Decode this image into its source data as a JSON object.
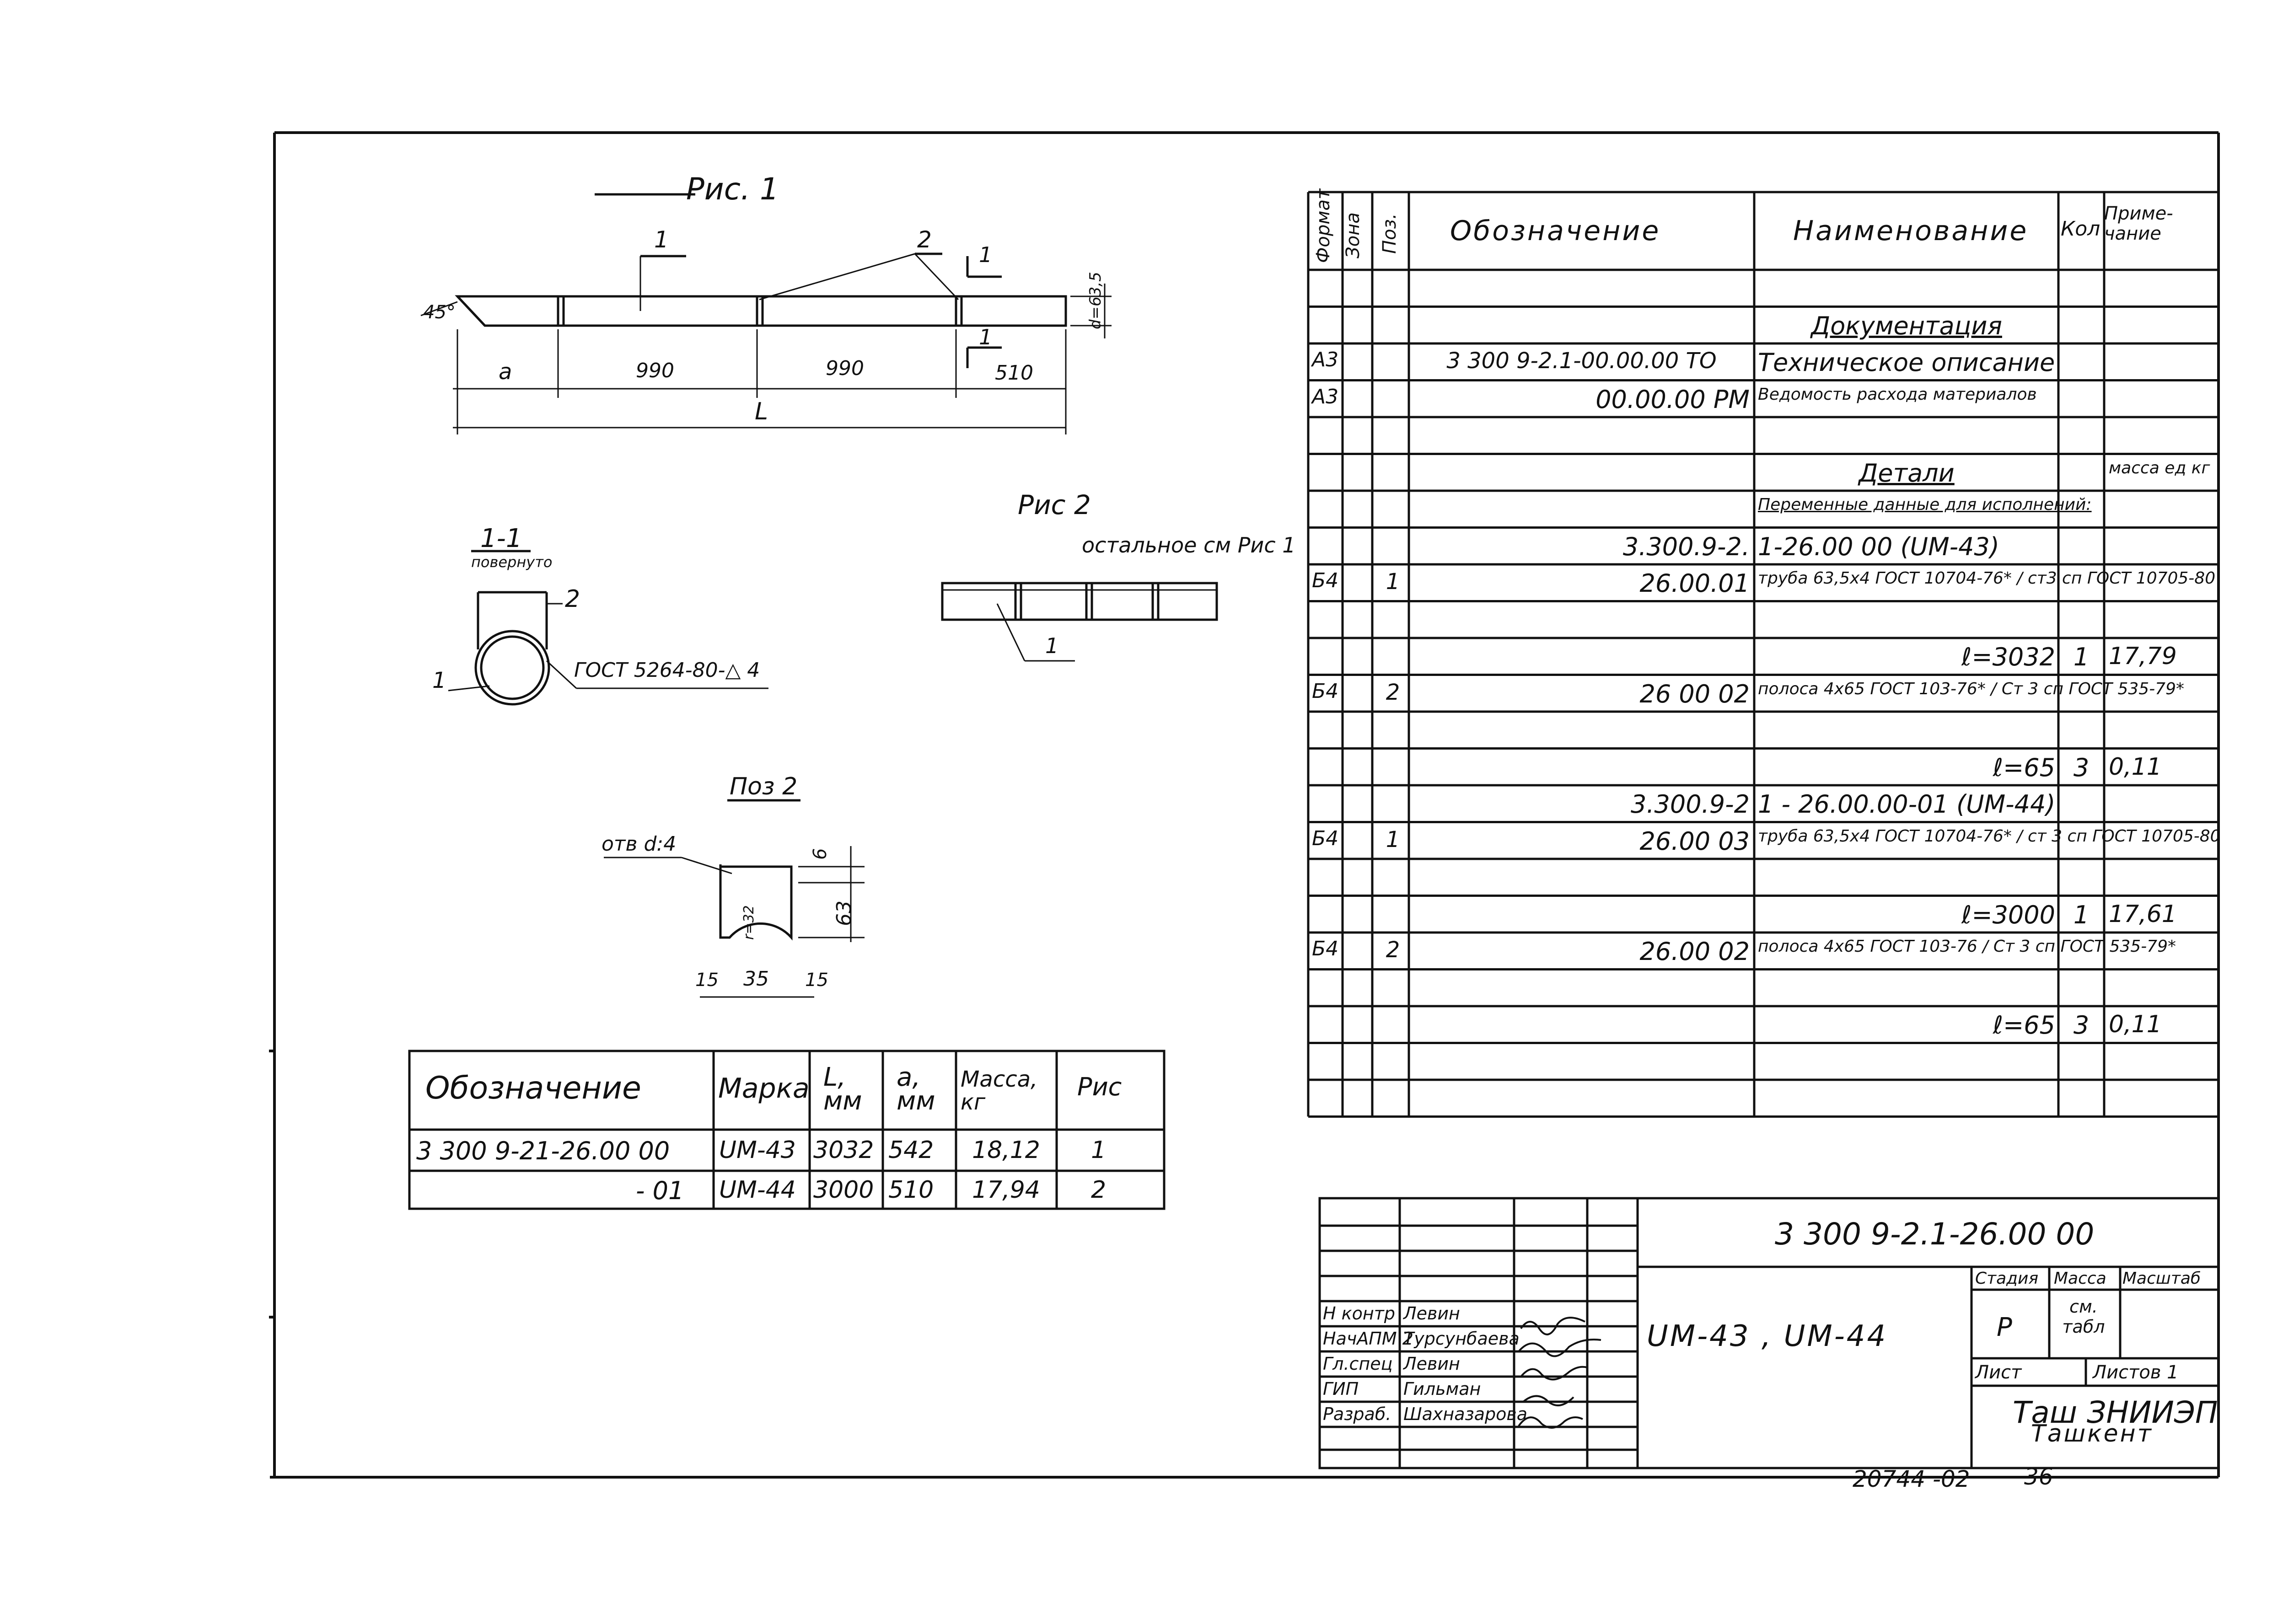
{
  "drawings": {
    "fig1_title": "Рис. 1",
    "fig1_callout1": "1",
    "fig1_callout2": "2",
    "fig1_section": "1",
    "fig1_angle": "45°",
    "fig1_diam": "d=63,5",
    "fig1_dim_a": "a",
    "fig1_dim_990a": "990",
    "fig1_dim_990b": "990",
    "fig1_dim_510": "510",
    "fig1_dim_L": "L",
    "sec_title": "1-1",
    "sec_sub": "повернуто",
    "sec_callout1": "1",
    "sec_callout2": "2",
    "sec_weld": "ГОСТ 5264-80-△ 4",
    "fig2_title": "Рис 2",
    "fig2_note": "остальное см Рис 1",
    "fig2_callout1": "1",
    "poz2_title": "Поз 2",
    "poz2_hole": "отв d:4",
    "poz2_r": "r=32",
    "poz2_6": "6",
    "poz2_63": "63",
    "poz2_15a": "15",
    "poz2_35": "35",
    "poz2_15b": "15"
  },
  "small_table": {
    "headers": [
      "Обозначение",
      "Марка",
      "L, мм",
      "a, мм",
      "Масса, кг",
      "Рис"
    ],
    "rows": [
      [
        "3 300 9-21-26.00 00",
        "UM-43",
        "3032",
        "542",
        "18,12",
        "1"
      ],
      [
        "- 01",
        "UM-44",
        "3000",
        "510",
        "17,94",
        "2"
      ]
    ]
  },
  "spec": {
    "headers": {
      "format": "Формат",
      "zone": "Зона",
      "pos": "Поз.",
      "designation": "Обозначение",
      "name": "Наименование",
      "qty": "Кол",
      "note": "Приме-чание"
    },
    "rows": [
      {
        "fmt": "",
        "pos": "",
        "des": "",
        "name": "",
        "qty": "",
        "note": ""
      },
      {
        "fmt": "",
        "pos": "",
        "des": "",
        "name": "Документация",
        "qty": "",
        "note": ""
      },
      {
        "fmt": "А3",
        "pos": "",
        "des": "3 300 9-2.1-00.00.00 ТО",
        "name": "Техническое описание",
        "qty": "",
        "note": ""
      },
      {
        "fmt": "А3",
        "pos": "",
        "des": "00.00.00 РМ",
        "name": "Ведомость расхода материалов",
        "qty": "",
        "note": ""
      },
      {
        "fmt": "",
        "pos": "",
        "des": "",
        "name": "",
        "qty": "",
        "note": ""
      },
      {
        "fmt": "",
        "pos": "",
        "des": "",
        "name": "Детали",
        "qty": "",
        "note": "масса ед кг"
      },
      {
        "fmt": "",
        "pos": "",
        "des": "",
        "name": "Переменные данные для исполнений:",
        "qty": "",
        "note": ""
      },
      {
        "fmt": "",
        "pos": "",
        "des": "3.300.9-2.",
        "name": "1-26.00 00 (UM-43)",
        "qty": "",
        "note": ""
      },
      {
        "fmt": "Б4",
        "pos": "1",
        "des": "26.00.01",
        "name": "труба 63,5x4 ГОСТ 10704-76* / ст3 сп ГОСТ 10705-80",
        "qty": "",
        "note": ""
      },
      {
        "fmt": "",
        "pos": "",
        "des": "",
        "name": "",
        "qty": "",
        "note": ""
      },
      {
        "fmt": "",
        "pos": "",
        "des": "",
        "name": "ℓ=3032",
        "qty": "1",
        "note": "17,79"
      },
      {
        "fmt": "Б4",
        "pos": "2",
        "des": "26 00 02",
        "name": "полоса 4x65 ГОСТ 103-76* / Ст 3 сп ГОСТ 535-79*",
        "qty": "",
        "note": ""
      },
      {
        "fmt": "",
        "pos": "",
        "des": "",
        "name": "",
        "qty": "",
        "note": ""
      },
      {
        "fmt": "",
        "pos": "",
        "des": "",
        "name": "ℓ=65",
        "qty": "3",
        "note": "0,11"
      },
      {
        "fmt": "",
        "pos": "",
        "des": "3.300.9-2",
        "name": "1 - 26.00.00-01 (UM-44)",
        "qty": "",
        "note": ""
      },
      {
        "fmt": "Б4",
        "pos": "1",
        "des": "26.00 03",
        "name": "труба 63,5x4 ГОСТ 10704-76* / ст 3 сп ГОСТ 10705-80",
        "qty": "",
        "note": ""
      },
      {
        "fmt": "",
        "pos": "",
        "des": "",
        "name": "",
        "qty": "",
        "note": ""
      },
      {
        "fmt": "",
        "pos": "",
        "des": "",
        "name": "ℓ=3000",
        "qty": "1",
        "note": "17,61"
      },
      {
        "fmt": "Б4",
        "pos": "2",
        "des": "26.00 02",
        "name": "полоса 4x65 ГОСТ 103-76 / Ст 3 сп ГОСТ 535-79*",
        "qty": "",
        "note": ""
      },
      {
        "fmt": "",
        "pos": "",
        "des": "",
        "name": "",
        "qty": "",
        "note": ""
      },
      {
        "fmt": "",
        "pos": "",
        "des": "",
        "name": "ℓ=65",
        "qty": "3",
        "note": "0,11"
      },
      {
        "fmt": "",
        "pos": "",
        "des": "",
        "name": "",
        "qty": "",
        "note": ""
      },
      {
        "fmt": "",
        "pos": "",
        "des": "",
        "name": "",
        "qty": "",
        "note": ""
      }
    ]
  },
  "title_block": {
    "code": "3 300 9-2.1-26.00 00",
    "product": "UM-43 , UM-44",
    "stage_label": "Стадия",
    "mass_label": "Масса",
    "scale_label": "Масштаб",
    "stage_value": "Р",
    "mass_value": "см. табл",
    "sheet_label": "Лист",
    "sheets_label": "Листов 1",
    "org": "Таш ЗНИИЭП",
    "city": "Ташкент",
    "people": [
      {
        "role": "Н контр",
        "name": "Левин"
      },
      {
        "role": "НачАПМ 2",
        "name": "Турсунбаева"
      },
      {
        "role": "Гл.спец",
        "name": "Левин"
      },
      {
        "role": "ГИП",
        "name": "Гильман"
      },
      {
        "role": "Разраб.",
        "name": "Шахназарова"
      }
    ]
  },
  "footer": {
    "number": "20744 -02",
    "page": "36"
  }
}
